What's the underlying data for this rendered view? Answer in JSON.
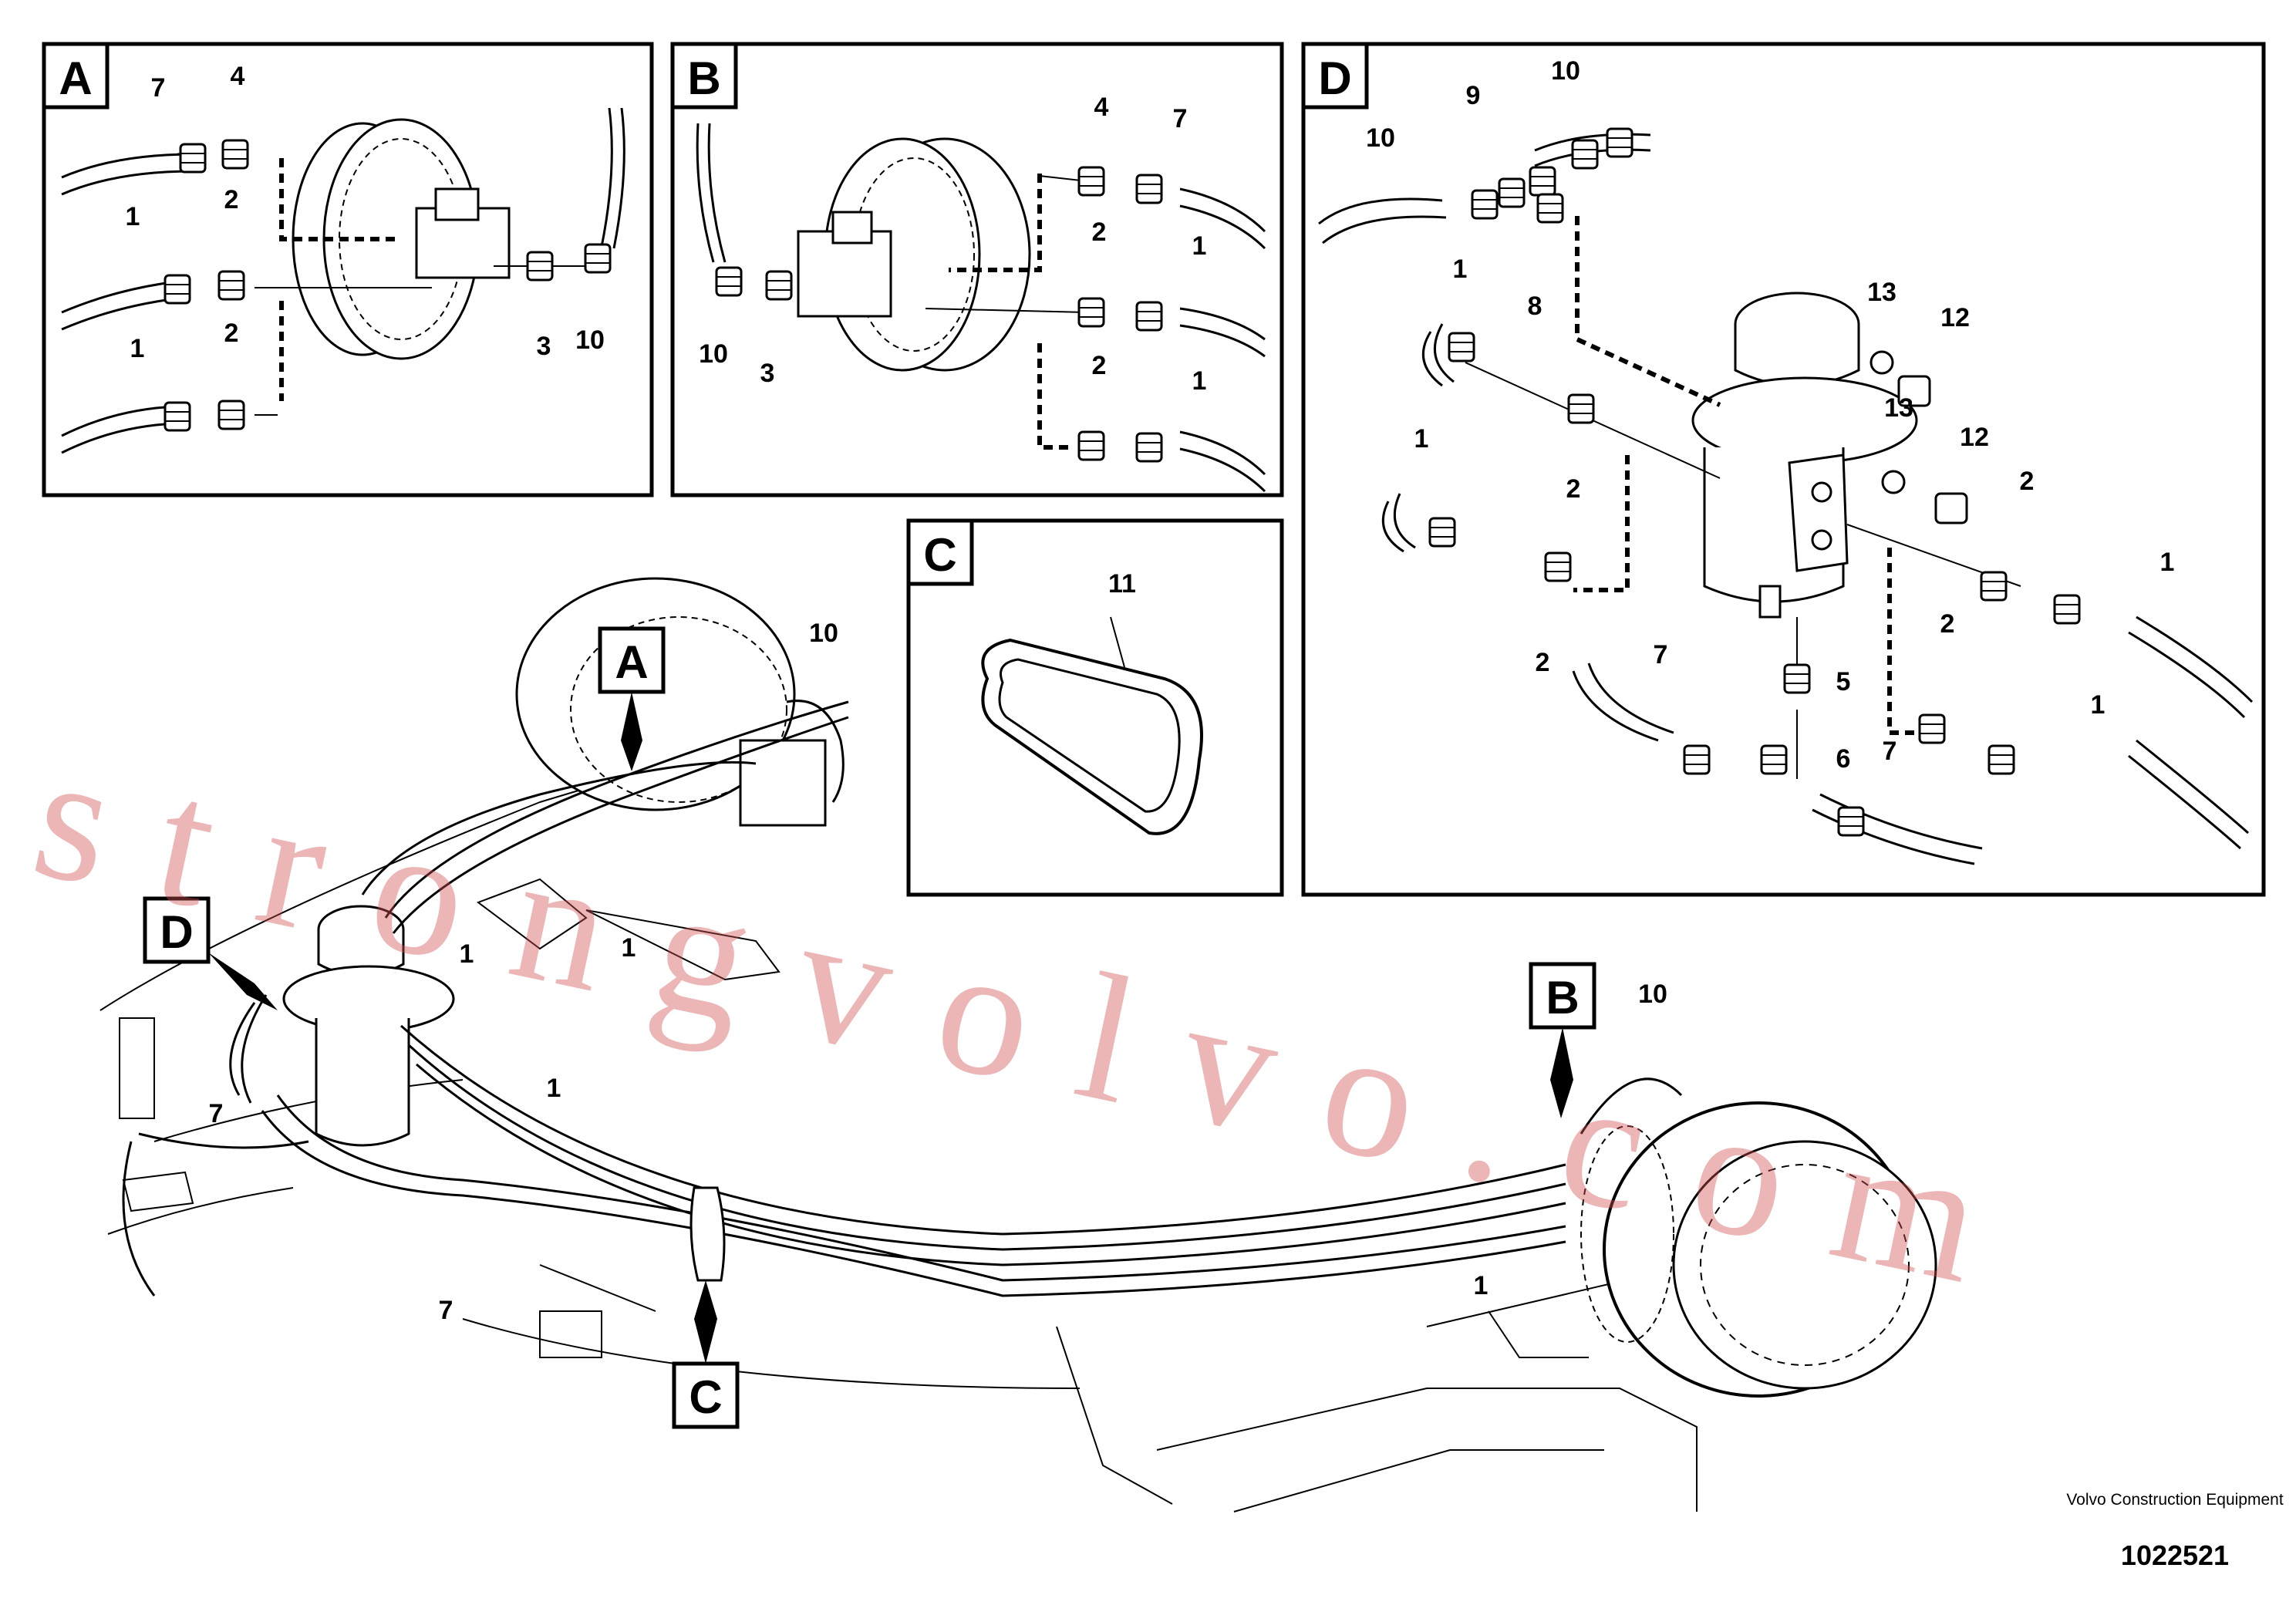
{
  "panels": [
    {
      "letter": "A"
    },
    {
      "letter": "B"
    },
    {
      "letter": "C"
    },
    {
      "letter": "D"
    }
  ],
  "callouts": {
    "main_A": "A",
    "main_B": "B",
    "main_C": "C",
    "main_D": "D"
  },
  "labels": {
    "a": [
      "7",
      "4",
      "2",
      "1",
      "2",
      "1",
      "3",
      "10"
    ],
    "b": [
      "4",
      "7",
      "2",
      "1",
      "2",
      "1",
      "10",
      "3"
    ],
    "c": [
      "11"
    ],
    "d": [
      "10",
      "9",
      "10",
      "8",
      "1",
      "13",
      "12",
      "13",
      "12",
      "1",
      "2",
      "2",
      "2",
      "1",
      "7",
      "5",
      "6",
      "2",
      "7",
      "1"
    ],
    "main": [
      "10",
      "1",
      "1",
      "7",
      "1",
      "7",
      "10",
      "1"
    ]
  },
  "watermark": "strongvolvo.com",
  "footer": {
    "company": "Volvo Construction Equipment",
    "drawing_number": "1022521"
  }
}
